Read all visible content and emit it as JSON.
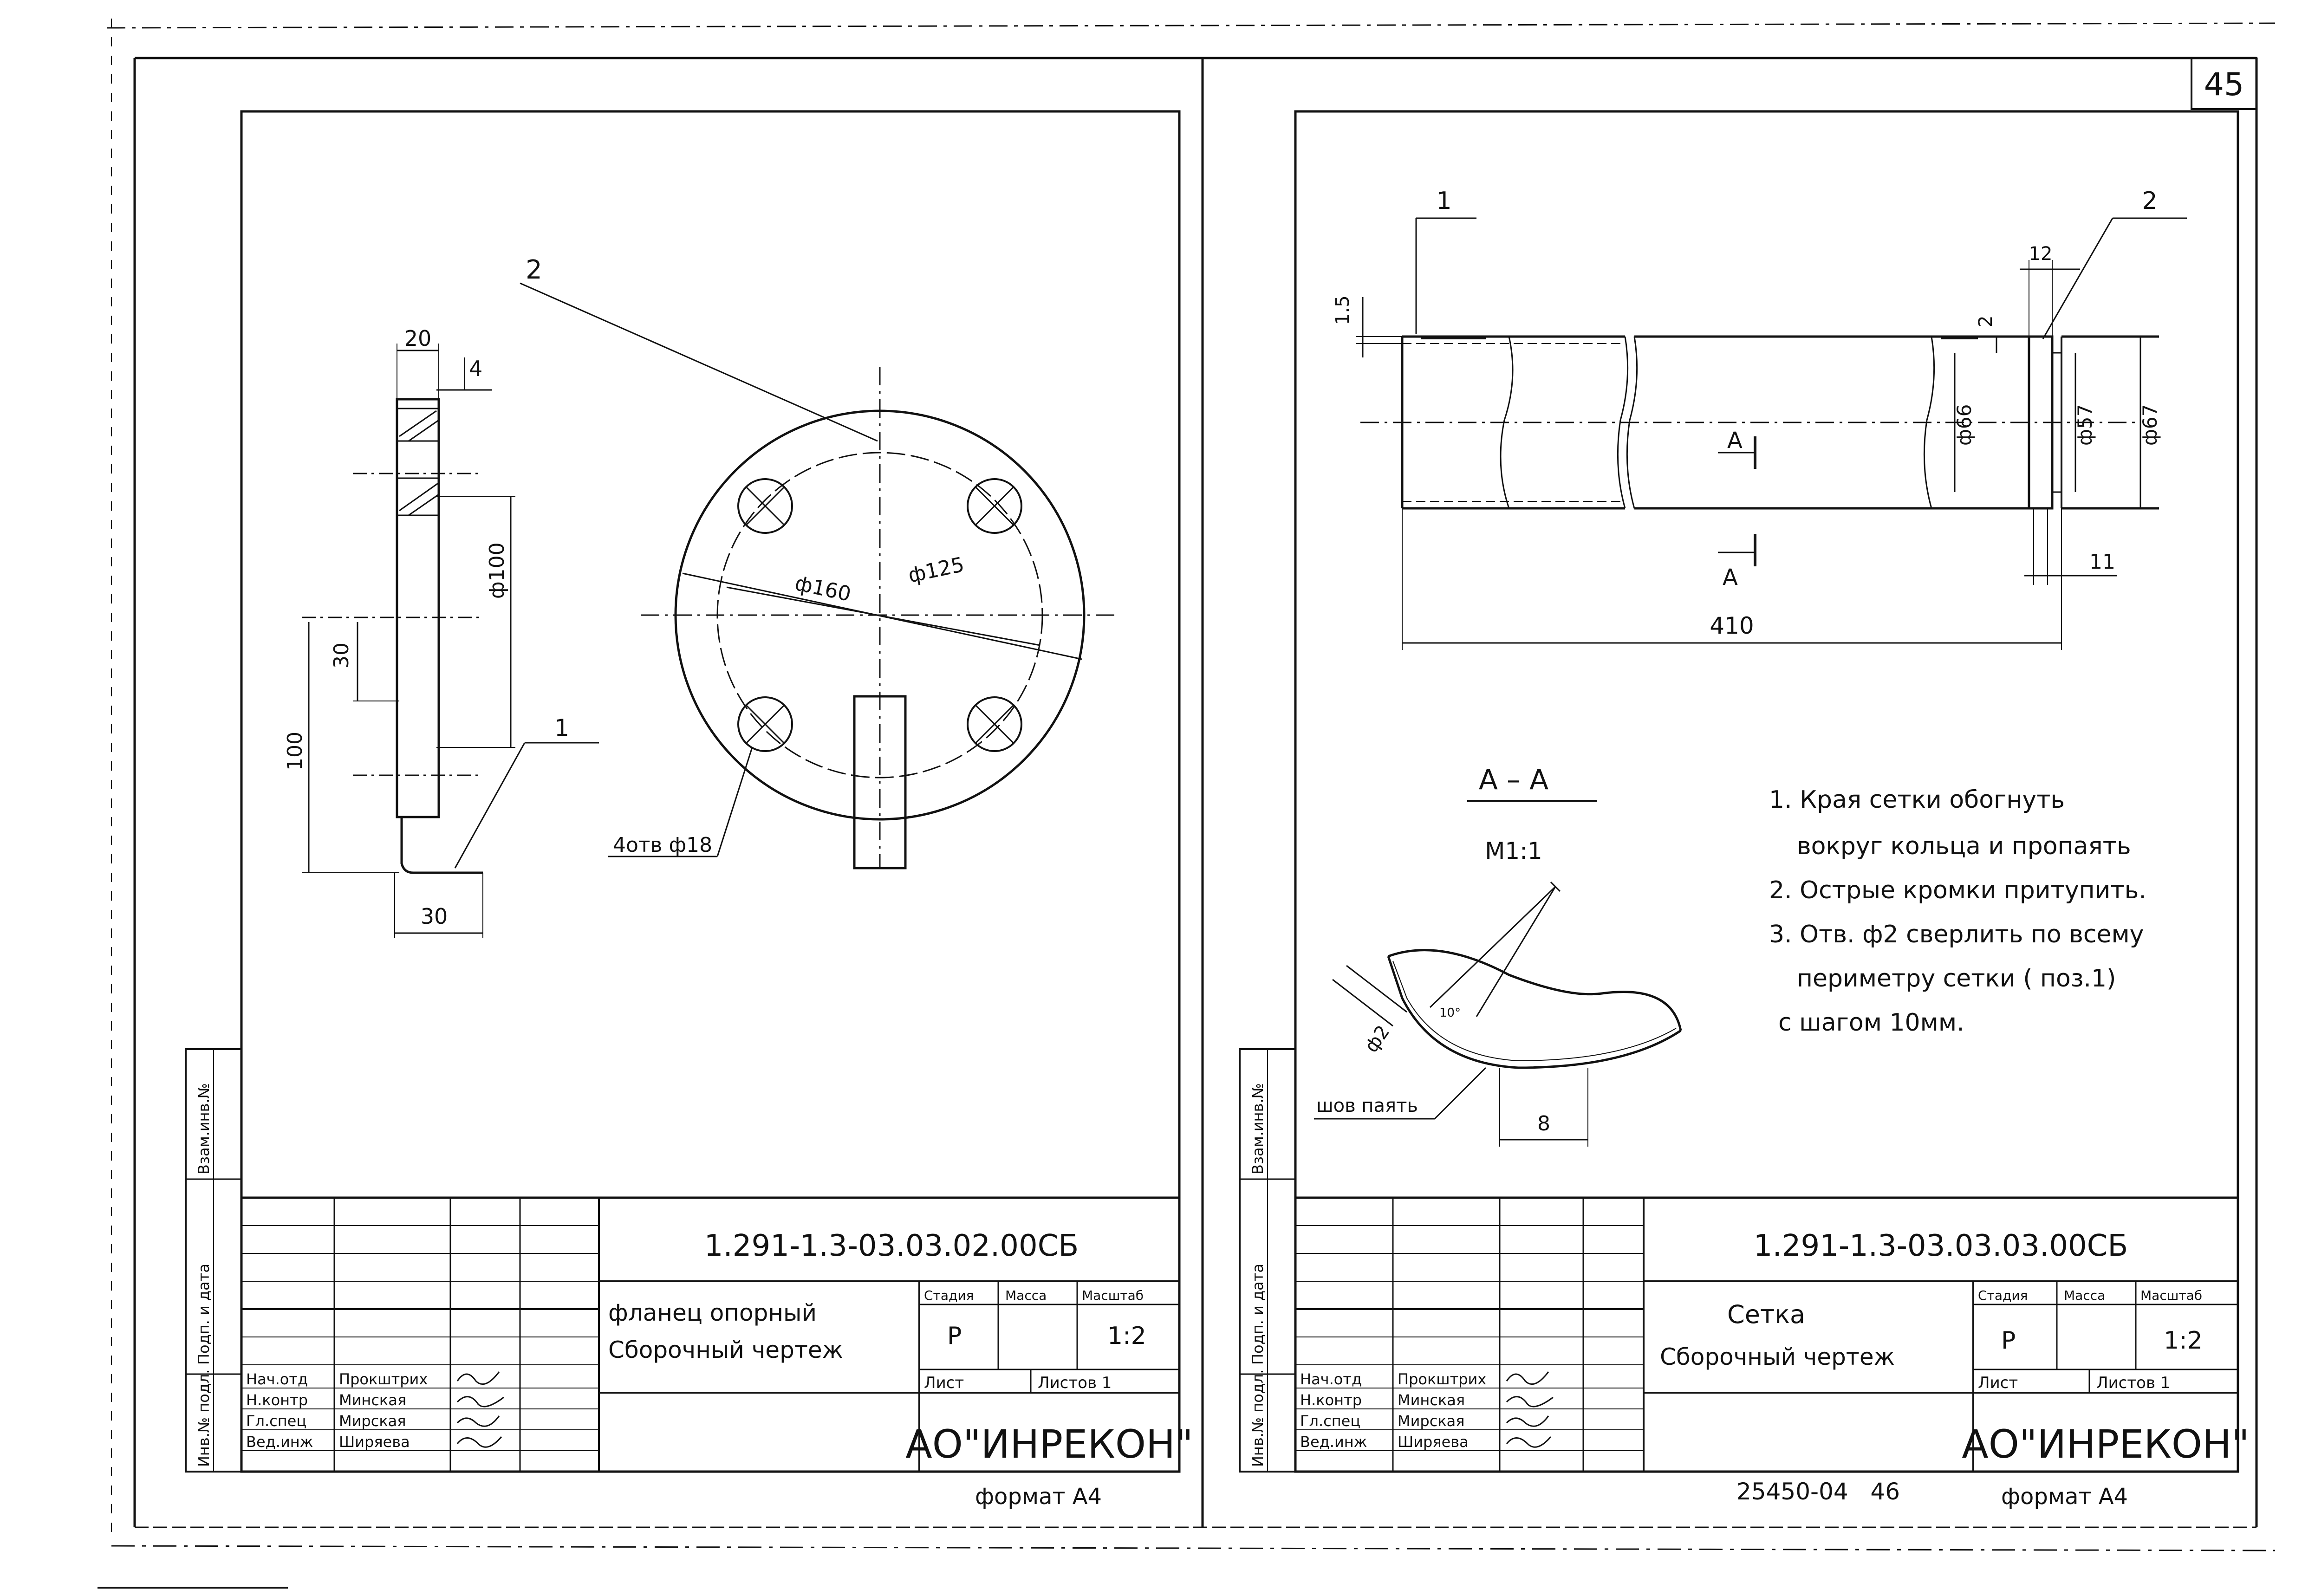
{
  "sheet_number": "45",
  "left": {
    "drawing_code": "1.291-1.3-03.03.02.00СБ",
    "title_line1": "фланец опорный",
    "title_line2": "Сборочный чертеж",
    "stage_header": "Стадия",
    "mass_header": "Масса",
    "scale_header": "Масштаб",
    "stage": "Р",
    "scale": "1:2",
    "sheet_header": "Лист",
    "sheets_header": "Листов 1",
    "company": "АО\"ИНРЕКОН\"",
    "format": "формат А4",
    "roles": [
      "Нач.отд",
      "Н.контр",
      "Гл.спец",
      "Вед.инж"
    ],
    "names": [
      "Прокштрих",
      "Минская",
      "Мирская",
      "Ширяева"
    ],
    "side_stamp": [
      "Инв.№ подл.",
      "Подп. и дата",
      "Взам.инв.№"
    ],
    "dims": {
      "d20": "20",
      "d4": "4",
      "d100dia": "ф100",
      "d30v": "30",
      "d100v": "100",
      "d30h": "30",
      "d160": "ф160",
      "d125": "ф125",
      "holes": "4отв ф18"
    },
    "callouts": [
      "2",
      "1"
    ]
  },
  "right": {
    "drawing_code": "1.291-1.3-03.03.03.00СБ",
    "title_line1": "Сетка",
    "title_line2": "Сборочный чертеж",
    "stage_header": "Стадия",
    "mass_header": "Масса",
    "scale_header": "Масштаб",
    "stage": "Р",
    "scale": "1:2",
    "sheet_header": "Лист",
    "sheets_header": "Листов 1",
    "company": "АО\"ИНРЕКОН\"",
    "format": "формат А4",
    "roles": [
      "Нач.отд",
      "Н.контр",
      "Гл.спец",
      "Вед.инж"
    ],
    "names": [
      "Прокштрих",
      "Минская",
      "Мирская",
      "Ширяева"
    ],
    "side_stamp": [
      "Инв.№ подл.",
      "Подп. и дата",
      "Взам.инв.№"
    ],
    "dims": {
      "d15": "1.5",
      "d12": "12",
      "d2": "2",
      "d66": "ф66",
      "d57": "ф57",
      "d67": "ф67",
      "d11": "11",
      "d410": "410",
      "cutA1": "А",
      "cutA2": "А"
    },
    "callouts": [
      "1",
      "2"
    ],
    "section_title": "А – А",
    "section_scale": "М1:1",
    "section_dims": {
      "d2": "ф2",
      "d8": "8",
      "angle": "10°"
    },
    "weld_label": "шов паять",
    "notes": [
      "1. Края сетки обогнуть",
      "вокруг кольца и пропаять",
      "2. Острые кромки притупить.",
      "3. Отв. ф2 сверлить по всему",
      "периметру сетки ( поз.1)",
      "с шагом 10мм."
    ],
    "archive_number": "25450-04   46"
  }
}
